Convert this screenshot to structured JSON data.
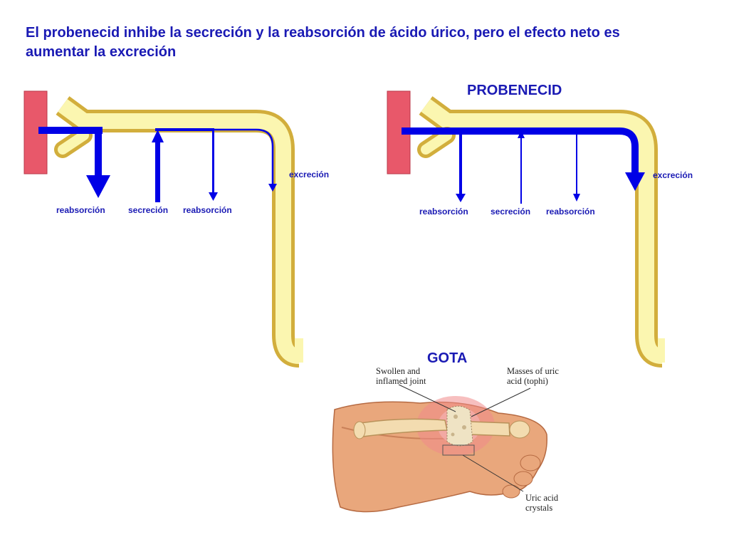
{
  "title": "El probenecid inhibe la secreción y la reabsorción de ácido úrico, pero el efecto neto es aumentar la excreción",
  "colors": {
    "text_blue": "#1a1ab4",
    "arrow_blue": "#0000e6",
    "tubule_fill": "#fbf6b0",
    "tubule_border": "#d2ae3c",
    "vessel_red": "#e8586a"
  },
  "left_diagram": {
    "labels": {
      "reabsorption_1": "reabsorción",
      "secretion": "secreción",
      "reabsorption_2": "reabsorción",
      "excretion": "excreción"
    }
  },
  "right_diagram": {
    "heading": "PROBENECID",
    "labels": {
      "reabsorption_1": "reabsorción",
      "secretion": "secreción",
      "reabsorption_2": "reabsorción",
      "excretion": "excreción"
    }
  },
  "gout": {
    "heading": "GOTA",
    "captions": {
      "swollen_joint": "Swollen and inflamed joint",
      "tophi": "Masses of uric acid (tophi)",
      "crystals": "Uric acid crystals"
    }
  }
}
